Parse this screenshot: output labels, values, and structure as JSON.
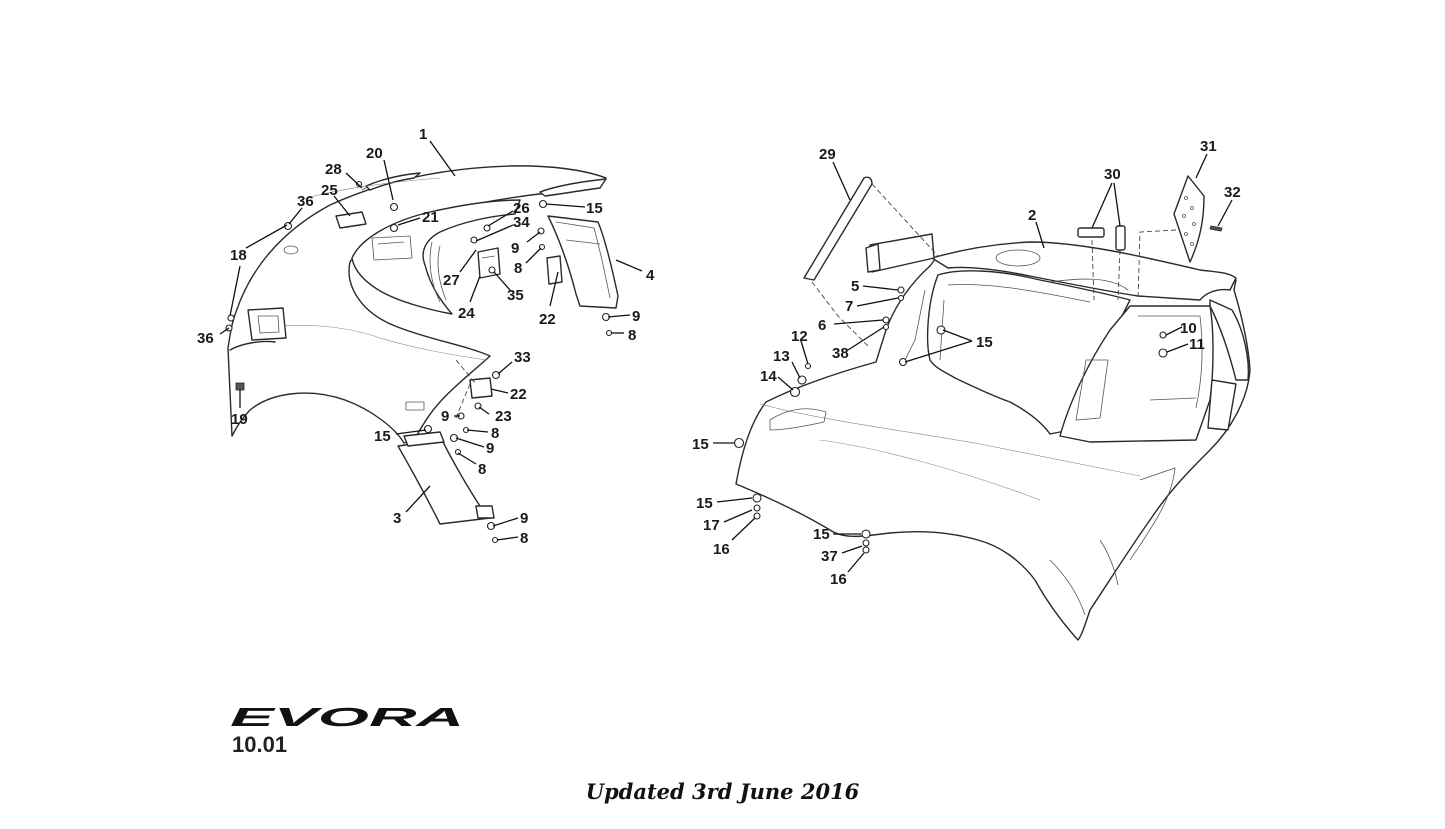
{
  "brand": {
    "logo_text": "EVORA"
  },
  "page": {
    "section_number": "10.01",
    "update_note": "Updated 3rd June 2016"
  },
  "left_callouts": [
    {
      "id": "c1",
      "text": "1"
    },
    {
      "id": "c20",
      "text": "20"
    },
    {
      "id": "c28",
      "text": "28"
    },
    {
      "id": "c25",
      "text": "25"
    },
    {
      "id": "c36a",
      "text": "36"
    },
    {
      "id": "c21",
      "text": "21"
    },
    {
      "id": "c26",
      "text": "26"
    },
    {
      "id": "c34",
      "text": "34"
    },
    {
      "id": "c15a",
      "text": "15"
    },
    {
      "id": "c9a",
      "text": "9"
    },
    {
      "id": "c8a",
      "text": "8"
    },
    {
      "id": "c4",
      "text": "4"
    },
    {
      "id": "c27",
      "text": "27"
    },
    {
      "id": "c35",
      "text": "35"
    },
    {
      "id": "c24",
      "text": "24"
    },
    {
      "id": "c22a",
      "text": "22"
    },
    {
      "id": "c18",
      "text": "18"
    },
    {
      "id": "c36b",
      "text": "36"
    },
    {
      "id": "c9b",
      "text": "9"
    },
    {
      "id": "c8b",
      "text": "8"
    },
    {
      "id": "c19",
      "text": "19"
    },
    {
      "id": "c33",
      "text": "33"
    },
    {
      "id": "c22b",
      "text": "22"
    },
    {
      "id": "c23",
      "text": "23"
    },
    {
      "id": "c9c",
      "text": "9"
    },
    {
      "id": "c8c",
      "text": "8"
    },
    {
      "id": "c15b",
      "text": "15"
    },
    {
      "id": "c9d",
      "text": "9"
    },
    {
      "id": "c8d",
      "text": "8"
    },
    {
      "id": "c3",
      "text": "3"
    },
    {
      "id": "c9e",
      "text": "9"
    },
    {
      "id": "c8e",
      "text": "8"
    }
  ],
  "right_callouts": [
    {
      "id": "r29",
      "text": "29"
    },
    {
      "id": "r30",
      "text": "30"
    },
    {
      "id": "r31",
      "text": "31"
    },
    {
      "id": "r32",
      "text": "32"
    },
    {
      "id": "r2",
      "text": "2"
    },
    {
      "id": "r5",
      "text": "5"
    },
    {
      "id": "r7",
      "text": "7"
    },
    {
      "id": "r6",
      "text": "6"
    },
    {
      "id": "r15a",
      "text": "15"
    },
    {
      "id": "r38",
      "text": "38"
    },
    {
      "id": "r12",
      "text": "12"
    },
    {
      "id": "r10",
      "text": "10"
    },
    {
      "id": "r11",
      "text": "11"
    },
    {
      "id": "r13",
      "text": "13"
    },
    {
      "id": "r14",
      "text": "14"
    },
    {
      "id": "r15b",
      "text": "15"
    },
    {
      "id": "r15c",
      "text": "15"
    },
    {
      "id": "r17",
      "text": "17"
    },
    {
      "id": "r16a",
      "text": "16"
    },
    {
      "id": "r15d",
      "text": "15"
    },
    {
      "id": "r37",
      "text": "37"
    },
    {
      "id": "r16b",
      "text": "16"
    }
  ]
}
